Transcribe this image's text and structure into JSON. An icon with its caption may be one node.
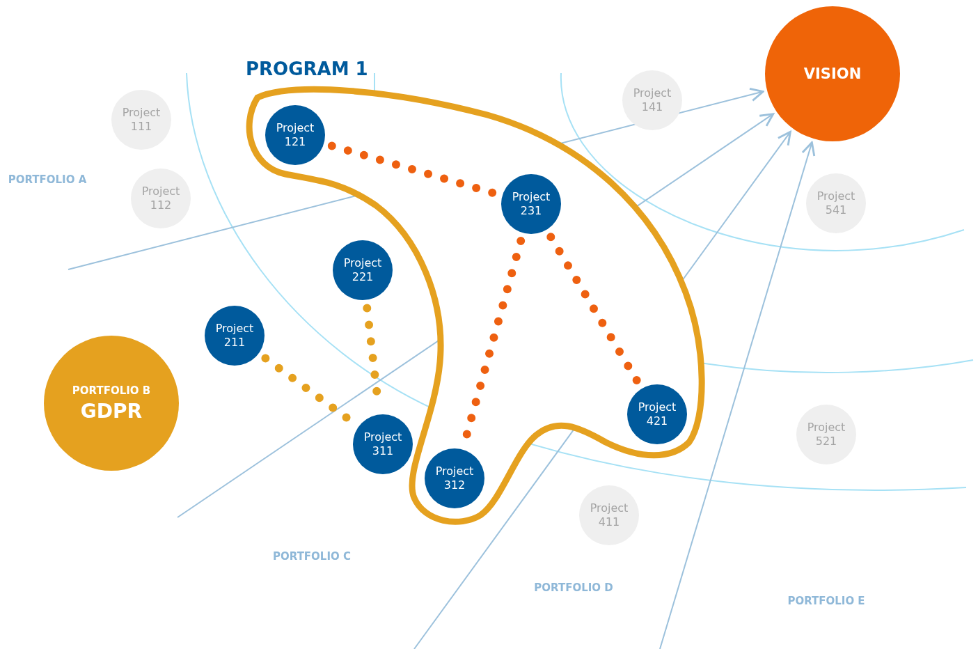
{
  "diagram": {
    "nodes": [
      {
        "text": [
          "VISION"
        ]
      },
      {
        "text": [
          "Project 111"
        ]
      },
      {
        "text": [
          "Project 112"
        ]
      },
      {
        "text": [
          "Project 141"
        ]
      },
      {
        "text": [
          "Project 541"
        ]
      },
      {
        "text": [
          "Project 521"
        ]
      },
      {
        "text": [
          "Project 411"
        ]
      },
      {
        "text": [
          "PORTFOLIO B",
          "GDPR"
        ]
      },
      {
        "text": [
          "PROGRAM 1"
        ]
      },
      {
        "text": [
          "Project 121"
        ],
        "in": 8
      },
      {
        "text": [
          "Project 231"
        ],
        "in": 8
      },
      {
        "text": [
          "Project 312"
        ],
        "in": 8
      },
      {
        "text": [
          "Project 421"
        ],
        "in": 8
      },
      {
        "text": [
          "Project 221"
        ]
      },
      {
        "text": [
          "Project 211"
        ]
      },
      {
        "text": [
          "Project 311"
        ]
      }
    ],
    "edges": [
      {
        "from": null,
        "to": 0,
        "arrow": "to"
      },
      {
        "from": null,
        "to": 0,
        "arrow": "to"
      },
      {
        "from": null,
        "to": 0,
        "arrow": "to"
      },
      {
        "from": null,
        "to": 0,
        "arrow": "to"
      },
      {
        "from": 9,
        "to": 10,
        "arrow": "none",
        "style": "dashed",
        "color": "#ee6010"
      },
      {
        "from": 10,
        "to": 11,
        "arrow": "none",
        "style": "dashed",
        "color": "#ee6010"
      },
      {
        "from": 10,
        "to": 12,
        "arrow": "none",
        "style": "dashed",
        "color": "#ee6010"
      },
      {
        "from": 13,
        "to": 15,
        "arrow": "none",
        "style": "dashed",
        "color": "#e5a11f"
      },
      {
        "from": 14,
        "to": 15,
        "arrow": "none",
        "style": "dashed",
        "color": "#e5a11f"
      }
    ],
    "labels": [
      "PORTFOLIO A",
      "PORTFOLIO C",
      "PORTFOLIO D",
      "PORTFOLIO E"
    ]
  }
}
